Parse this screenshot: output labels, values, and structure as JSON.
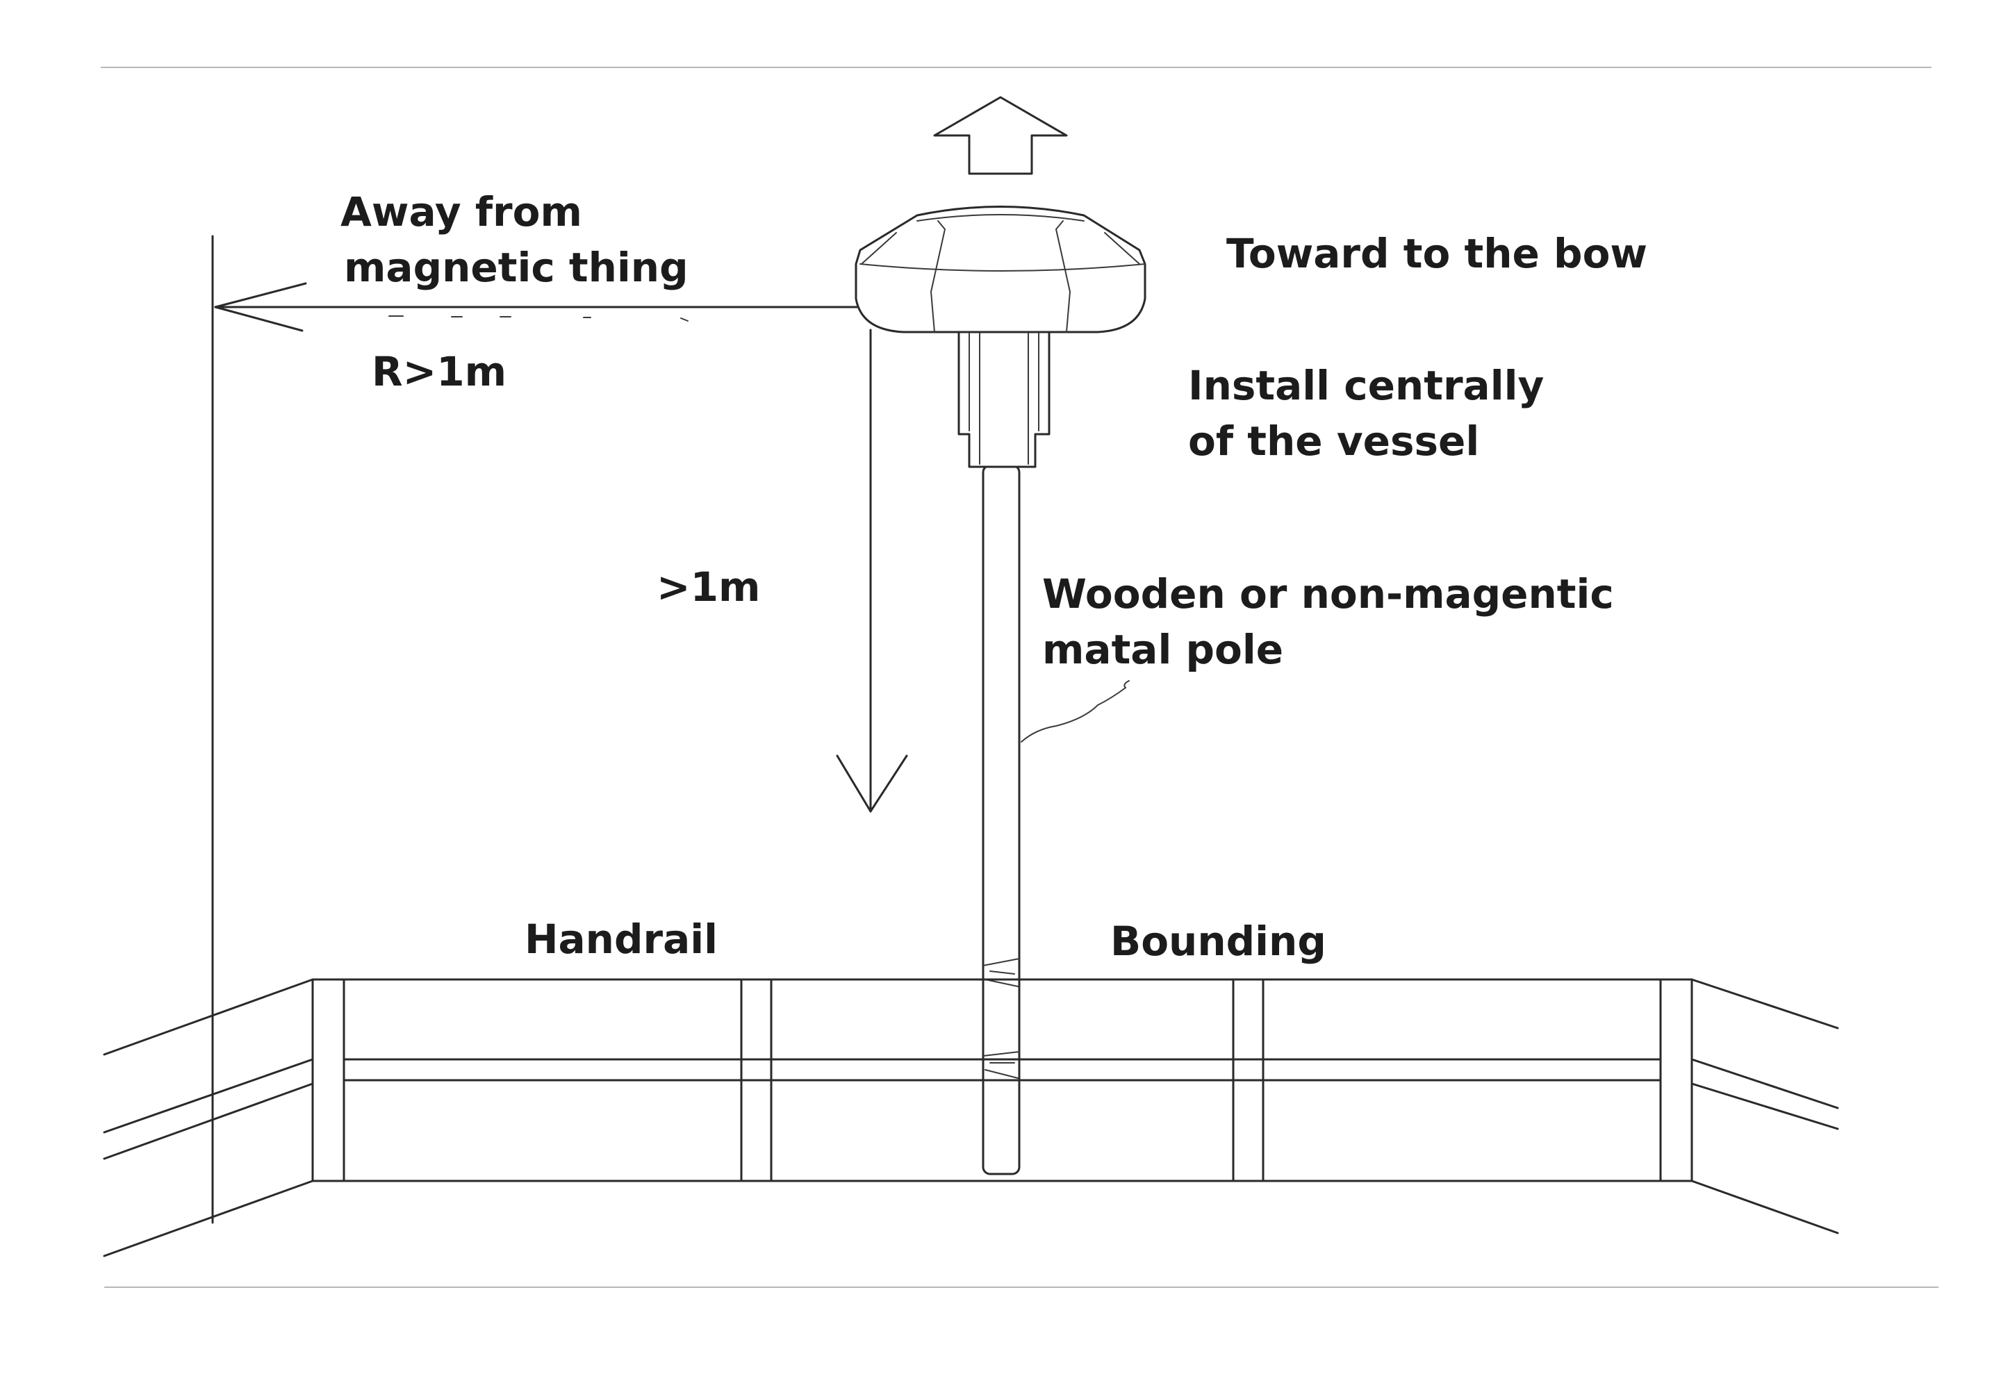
{
  "labels": {
    "away_line1": "Away from",
    "away_line2": "magnetic thing",
    "radius": "R>1m",
    "bow": "Toward to the bow",
    "install_line1": "Install centrally",
    "install_line2": "of the vessel",
    "height": ">1m",
    "pole_line1": "Wooden or non-magentic",
    "pole_line2": "matal pole",
    "handrail": "Handrail",
    "bounding": "Bounding"
  },
  "colors": {
    "ink": "#2a2a2a",
    "background": "#ffffff"
  }
}
